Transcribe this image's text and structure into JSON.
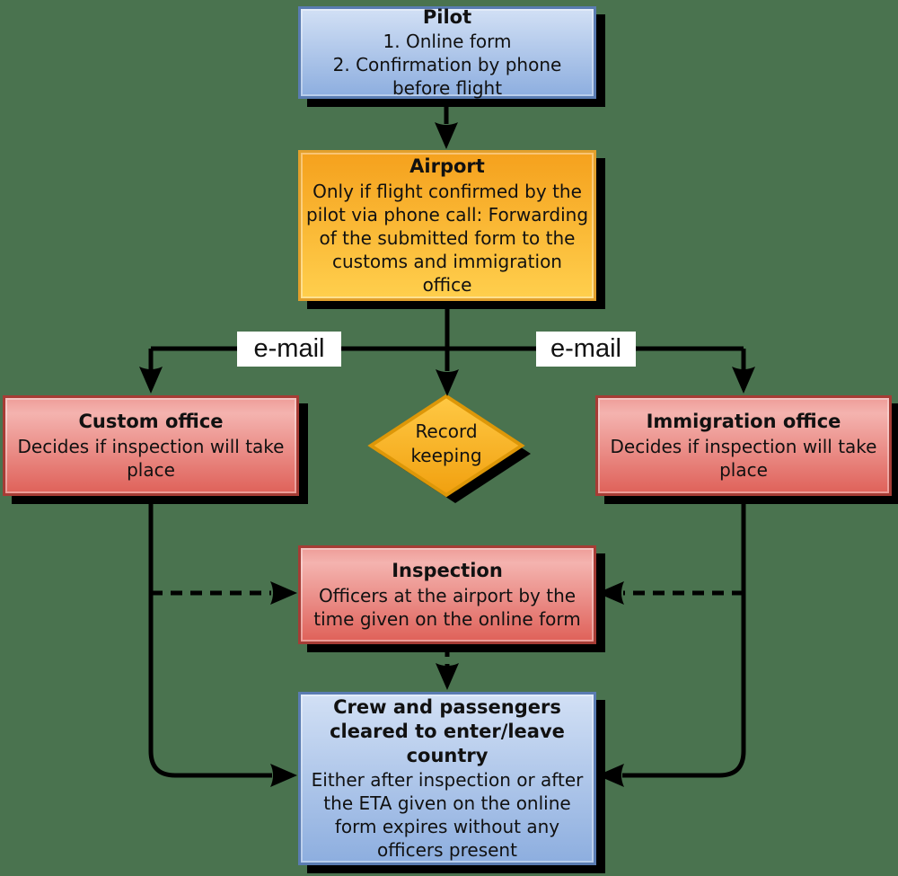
{
  "palette": {
    "background": "#4A734F",
    "blue_box_top": "#D2E0F5",
    "blue_box_bottom": "#8DAEDF",
    "blue_border": "#5A7CB2",
    "red_box_top": "#F4B3AF",
    "red_box_bottom": "#DF6159",
    "red_border": "#A63C35",
    "orange_box_top": "#F5A11D",
    "orange_box_bottom": "#FFCF4D",
    "orange_border": "#E2A02C",
    "diamond_top": "#FFC945",
    "diamond_bottom": "#F1A00F",
    "diamond_border": "#DD9708",
    "connector": "#000000",
    "edge_label_bg": "#FFFFFF",
    "text": "#111111"
  },
  "nodes": {
    "pilot": {
      "title": "Pilot",
      "body": "1. Online form\n2. Confirmation by phone before flight"
    },
    "airport": {
      "title": "Airport",
      "body": "Only if flight confirmed by the pilot via phone call: Forwarding of the submitted form to the customs and immigration office"
    },
    "custom_office": {
      "title": "Custom office",
      "body": "Decides if inspection will take place"
    },
    "immigration_office": {
      "title": "Immigration office",
      "body": "Decides if inspection will take place"
    },
    "record_keeping": {
      "label": "Record keeping"
    },
    "inspection": {
      "title": "Inspection",
      "body": "Officers at the airport by the time given on the online form"
    },
    "cleared": {
      "title": "Crew and passengers cleared to enter/leave country",
      "body": "Either after inspection or after the ETA given on the online form expires without any officers present"
    }
  },
  "edge_labels": {
    "email_left": "e-mail",
    "email_right": "e-mail"
  }
}
